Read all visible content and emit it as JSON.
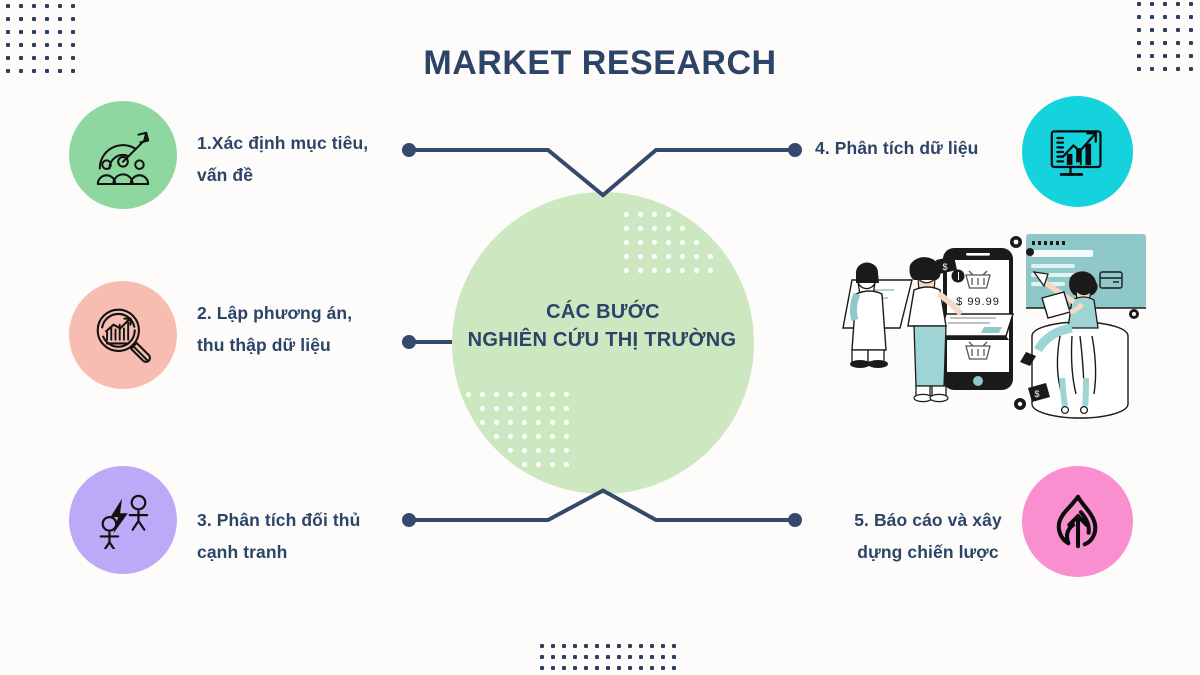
{
  "header": {
    "title": "MARKET RESEARCH"
  },
  "center": {
    "line1": "CÁC BƯỚC",
    "line2": "NGHIÊN CỨU THỊ TRƯỜNG",
    "circle_color": "#cde8c0"
  },
  "theme": {
    "background": "#fdfcfa",
    "text_navy": "#2c4468",
    "connector_navy": "#35496e"
  },
  "steps": [
    {
      "id": "step-1",
      "number": "1.",
      "line1": "1.Xác định mục tiêu,",
      "line2": "vấn đề",
      "icon": "target-arrow-people-icon",
      "circle_color": "#8ed8a0",
      "side": "left"
    },
    {
      "id": "step-2",
      "number": "2.",
      "line1": "2. Lập phương án,",
      "line2": "thu thập dữ liệu",
      "icon": "magnifier-bar-chart-icon",
      "circle_color": "#f7bdb0",
      "side": "left"
    },
    {
      "id": "step-3",
      "number": "3.",
      "line1": "3. Phân tích đối thủ",
      "line2": "cạnh tranh",
      "icon": "two-people-lightning-conflict-icon",
      "circle_color": "#bcaaf8",
      "side": "left"
    },
    {
      "id": "step-4",
      "number": "4.",
      "line1": "4. Phân tích dữ liệu",
      "line2": "",
      "icon": "monitor-growth-chart-icon",
      "circle_color": "#14d3dd",
      "side": "right"
    },
    {
      "id": "step-5",
      "number": "5.",
      "line1": "5. Báo cáo và xây",
      "line2": "dựng chiến lược",
      "icon": "flame-up-arrow-icon",
      "circle_color": "#fa8fd0",
      "side": "right"
    }
  ],
  "illustration": {
    "name": "ecommerce-shopping-people-illustration",
    "price_label": "$ 99.99",
    "accent_color": "#8fc8c8",
    "line_color": "#1a1a1a"
  },
  "decor": {
    "dot_color": "#2b3f63",
    "inner_dot_color": "#ffffff",
    "grids": [
      {
        "name": "dots-top-left",
        "cols": 6,
        "rows": 6,
        "spacing": 13
      },
      {
        "name": "dots-top-right",
        "cols": 5,
        "rows": 6,
        "spacing": 13
      },
      {
        "name": "dots-bottom",
        "cols": 13,
        "rows": 3,
        "spacing": 11
      }
    ]
  }
}
